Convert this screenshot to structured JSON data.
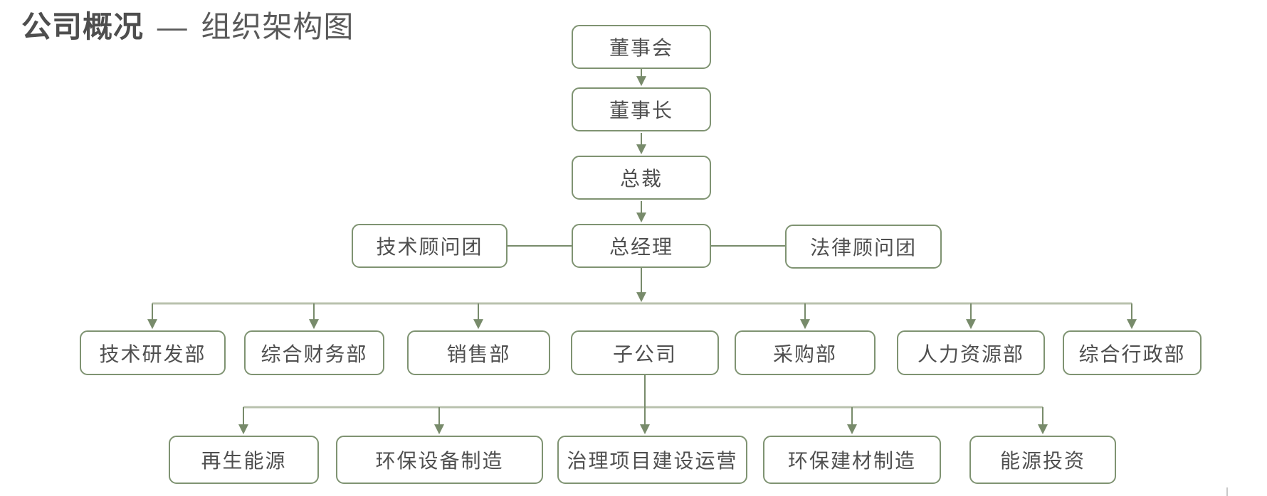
{
  "page": {
    "title_bold": "公司概况",
    "title_separator": "—",
    "title_regular": "组织架构图"
  },
  "colors": {
    "box_border": "#7f9372",
    "connector_dark": "#788b6b",
    "connector_light": "#b9c2ae",
    "box_text": "#4f4f4f",
    "title_text": "#4e4e4e",
    "background": "#ffffff"
  },
  "org_chart": {
    "chain": [
      {
        "label": "董事会"
      },
      {
        "label": "董事长"
      },
      {
        "label": "总裁"
      },
      {
        "label": "总经理"
      }
    ],
    "advisors": [
      {
        "label": "技术顾问团"
      },
      {
        "label": "法律顾问团"
      }
    ],
    "departments": [
      {
        "label": "技术研发部"
      },
      {
        "label": "综合财务部"
      },
      {
        "label": "销售部"
      },
      {
        "label": "子公司"
      },
      {
        "label": "采购部"
      },
      {
        "label": "人力资源部"
      },
      {
        "label": "综合行政部"
      }
    ],
    "subsidiaries": [
      {
        "label": "再生能源"
      },
      {
        "label": "环保设备制造"
      },
      {
        "label": "治理项目建设运营"
      },
      {
        "label": "环保建材制造"
      },
      {
        "label": "能源投资"
      }
    ]
  }
}
